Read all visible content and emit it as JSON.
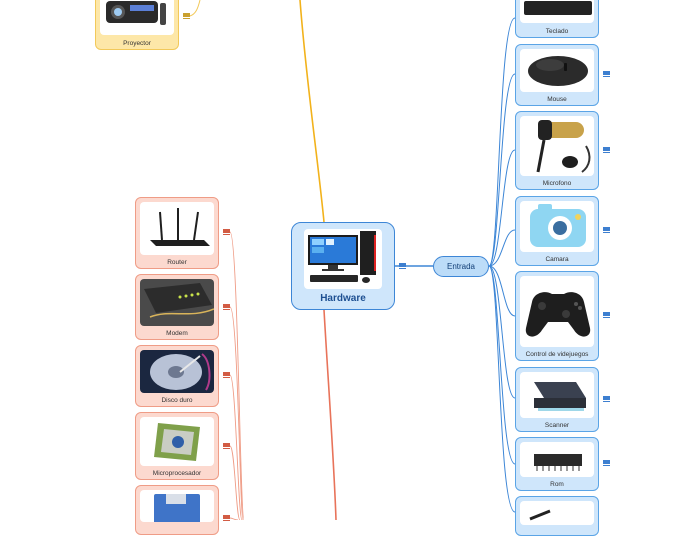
{
  "central": {
    "title": "Hardware"
  },
  "branch": {
    "title": "Entrada"
  },
  "entrada_items": [
    {
      "label": "Teclado",
      "icon": "keyboard-icon"
    },
    {
      "label": "Mouse",
      "icon": "mouse-icon"
    },
    {
      "label": "Microfono",
      "icon": "microphone-icon"
    },
    {
      "label": "Camara",
      "icon": "camera-icon"
    },
    {
      "label": "Control de videjuegos",
      "icon": "gamepad-icon"
    },
    {
      "label": "Scanner",
      "icon": "scanner-icon"
    },
    {
      "label": "Rom",
      "icon": "rom-chip-icon"
    },
    {
      "label": "",
      "icon": "pen-icon"
    }
  ],
  "left_items": [
    {
      "label": "Router",
      "icon": "router-icon"
    },
    {
      "label": "Modem",
      "icon": "modem-icon"
    },
    {
      "label": "Disco duro",
      "icon": "hard-drive-icon"
    },
    {
      "label": "Microprocesador",
      "icon": "cpu-icon"
    },
    {
      "label": "",
      "icon": "floppy-disk-icon"
    }
  ],
  "output_items": [
    {
      "label": "Proyector",
      "icon": "projector-icon"
    }
  ],
  "colors": {
    "entrada": "#3d86d6",
    "storage": "#e8735a",
    "output": "#f2b21b",
    "central_text": "#1d4f91"
  }
}
